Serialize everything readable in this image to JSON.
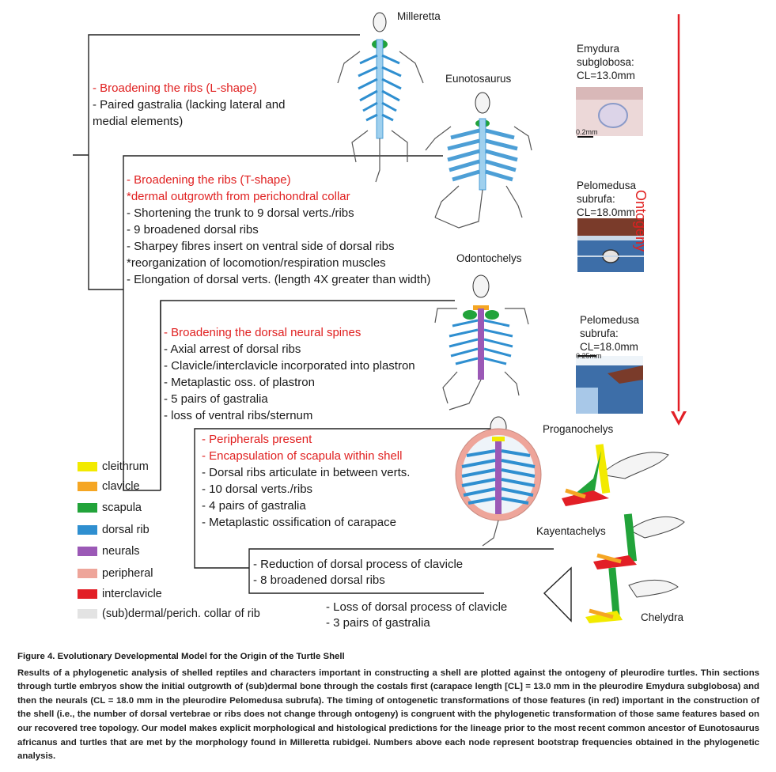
{
  "taxa": {
    "milleretta": "Milleretta",
    "eunotosaurus": "Eunotosaurus",
    "odontochelys": "Odontochelys",
    "proganochelys": "Proganochelys",
    "kayentachelys": "Kayentachelys",
    "chelydra": "Chelydra"
  },
  "nodes": {
    "n1": [
      {
        "text": "- Broadening the ribs (L-shape)",
        "red": true
      },
      {
        "text": "- Paired gastralia (lacking lateral and",
        "red": false
      },
      {
        "text": "  medial elements)",
        "red": false
      }
    ],
    "n2": [
      {
        "text": "- Broadening the ribs (T-shape)",
        "red": true
      },
      {
        "text": "  *dermal outgrowth from perichondral collar",
        "red": true
      },
      {
        "text": "- Shortening the trunk to 9 dorsal verts./ribs",
        "red": false
      },
      {
        "text": "- 9 broadened dorsal ribs",
        "red": false
      },
      {
        "text": "- Sharpey fibres insert on ventral side of dorsal ribs",
        "red": false
      },
      {
        "text": "  *reorganization of locomotion/respiration muscles",
        "red": false
      },
      {
        "text": "- Elongation of dorsal verts. (length 4X greater than width)",
        "red": false
      }
    ],
    "n3": [
      {
        "text": "- Broadening the dorsal neural spines",
        "red": true
      },
      {
        "text": "- Axial arrest of dorsal  ribs",
        "red": false
      },
      {
        "text": "- Clavicle/interclavicle incorporated into plastron",
        "red": false
      },
      {
        "text": "- Metaplastic oss. of plastron",
        "red": false
      },
      {
        "text": "- 5 pairs of gastralia",
        "red": false
      },
      {
        "text": "- loss of ventral ribs/sternum",
        "red": false
      }
    ],
    "n4": [
      {
        "text": "- Peripherals present",
        "red": true
      },
      {
        "text": "- Encapsulation of  scapula within shell",
        "red": true
      },
      {
        "text": "- Dorsal ribs articulate in between verts.",
        "red": false
      },
      {
        "text": "- 10 dorsal verts./ribs",
        "red": false
      },
      {
        "text": "- 4 pairs of gastralia",
        "red": false
      },
      {
        "text": "- Metaplastic ossification of carapace",
        "red": false
      }
    ],
    "n5": [
      {
        "text": "- Reduction of dorsal process of clavicle",
        "red": false
      },
      {
        "text": "- 8 broadened dorsal ribs",
        "red": false
      }
    ],
    "n6": [
      {
        "text": "- Loss of dorsal process of clavicle",
        "red": false
      },
      {
        "text": "- 3 pairs of gastralia",
        "red": false
      }
    ]
  },
  "legend": [
    {
      "label": "cleithrum",
      "color": "#f2ea00"
    },
    {
      "label": "clavicle",
      "color": "#f5a623"
    },
    {
      "label": "scapula",
      "color": "#22a33a"
    },
    {
      "label": "dorsal rib",
      "color": "#2f8fd0"
    },
    {
      "label": "neurals",
      "color": "#9b59b6"
    },
    {
      "label": "peripheral",
      "color": "#eea59a"
    },
    {
      "label": "interclavicle",
      "color": "#e21f26"
    },
    {
      "label": "(sub)dermal/perich. collar of rib",
      "color": "#e3e3e3"
    }
  ],
  "histology": [
    {
      "label": "Emydura\nsubglobosa:\nCL=13.0mm",
      "scale": "0.2mm"
    },
    {
      "label": "Pelomedusa\nsubrufa:\nCL=18.0mm",
      "scale": ""
    },
    {
      "label": "Pelomedusa\nsubrufa:\nCL=18.0mm",
      "scale": "0.25mm"
    }
  ],
  "ontogeny_label": "Ontogeny",
  "caption": {
    "title": "Figure 4.  Evolutionary Developmental Model for the Origin of the Turtle Shell",
    "body": "Results of a phylogenetic analysis of shelled reptiles and characters important in constructing a shell are plotted against the ontogeny of pleurodire turtles. Thin sections through turtle embryos show the initial outgrowth of (sub)dermal bone through the costals first (carapace length [CL] = 13.0 mm in the pleurodire Emydura subglobosa) and then the neurals (CL = 18.0 mm in the pleurodire Pelomedusa subrufa). The timing of ontogenetic transformations of those features (in red) important in the construction of the shell (i.e., the number of dorsal vertebrae or ribs does not change through ontogeny) is congruent with the phylogenetic transformation of those same features based on our recovered tree topology. Our model makes explicit morphological and histological predictions for the lineage prior to the most recent common ancestor of Eunotosaurus africanus and turtles that are met by the morphology found in Milleretta rubidgei. Numbers above each node represent bootstrap frequencies obtained in the phylogenetic analysis."
  }
}
